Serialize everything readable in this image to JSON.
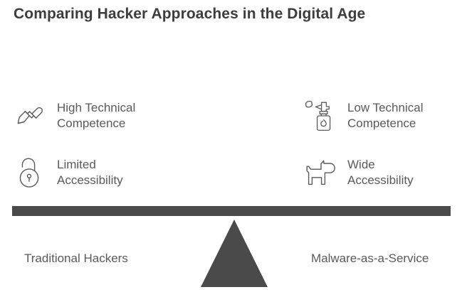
{
  "title": "Comparing Hacker Approaches in the Digital Age",
  "colors": {
    "title_text": "#3d3d3d",
    "body_text": "#5a5a5a",
    "icon_stroke": "#5a5a5a",
    "beam": "#4a4a4a",
    "fulcrum": "#4a4a4a",
    "background": "#ffffff"
  },
  "left_column": {
    "side_label": "Traditional Hackers",
    "features": [
      {
        "icon": "chisel-icon",
        "label": "High Technical\nCompetence"
      },
      {
        "icon": "open-padlock-icon",
        "label": "Limited\nAccessibility"
      }
    ]
  },
  "right_column": {
    "side_label": "Malware-as-a-Service",
    "features": [
      {
        "icon": "spray-bottle-icon",
        "label": "Low Technical\nCompetence"
      },
      {
        "icon": "dog-icon",
        "label": "Wide\nAccessibility"
      }
    ]
  },
  "balance": {
    "beam_label": "balance-beam",
    "fulcrum_label": "fulcrum-triangle"
  }
}
